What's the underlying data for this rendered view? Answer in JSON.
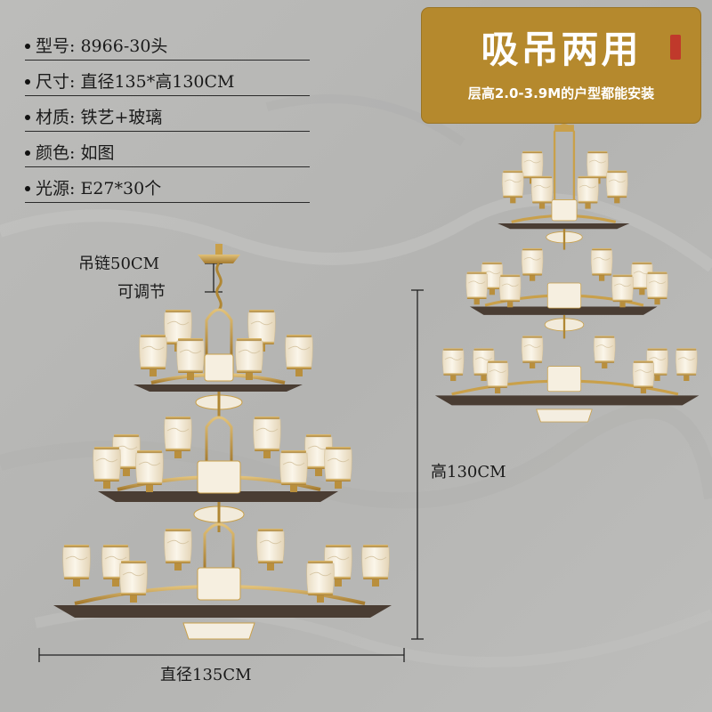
{
  "specs": [
    {
      "key": "型号",
      "value": "8966-30头"
    },
    {
      "key": "尺寸",
      "value": "直径135*高130CM"
    },
    {
      "key": "材质",
      "value": "铁艺+玻璃"
    },
    {
      "key": "颜色",
      "value": "如图"
    },
    {
      "key": "光源",
      "value": "E27*30个"
    }
  ],
  "badge": {
    "title": "吸吊两用",
    "subtitle": "层高2.0-3.9M的户型都能安装",
    "color": "#b5892d"
  },
  "dimensions": {
    "chain_line1": "吊链50CM",
    "chain_line2": "可调节",
    "height": "高130CM",
    "diameter": "直径135CM"
  },
  "colors": {
    "background": "#b9b9b7",
    "gold": "#c9a04a",
    "bronze": "#4a3d33",
    "shade": "#f3ead8"
  }
}
